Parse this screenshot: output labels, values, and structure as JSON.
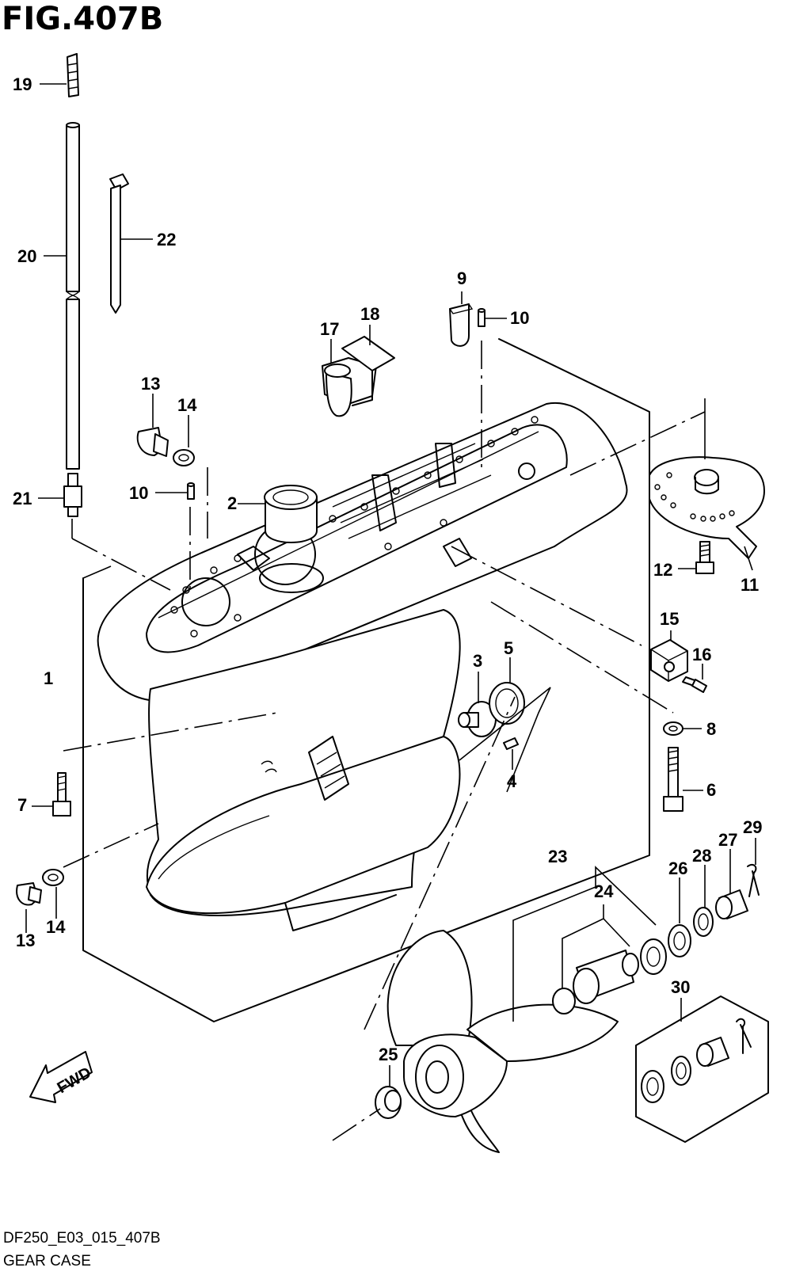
{
  "figure": {
    "title": "FIG.407B",
    "code": "DF250_E03_015_407B",
    "name": "GEAR CASE"
  },
  "fwd_label": "FWD",
  "callouts": {
    "c1": "1",
    "c2": "2",
    "c3": "3",
    "c4": "4",
    "c5": "5",
    "c6": "6",
    "c7": "7",
    "c8": "8",
    "c9": "9",
    "c10a": "10",
    "c10b": "10",
    "c11": "11",
    "c12": "12",
    "c13a": "13",
    "c13b": "13",
    "c14a": "14",
    "c14b": "14",
    "c15": "15",
    "c16": "16",
    "c17": "17",
    "c18": "18",
    "c19": "19",
    "c20": "20",
    "c21": "21",
    "c22": "22",
    "c23": "23",
    "c24": "24",
    "c25": "25",
    "c26": "26",
    "c27": "27",
    "c28": "28",
    "c29": "29",
    "c30": "30"
  }
}
